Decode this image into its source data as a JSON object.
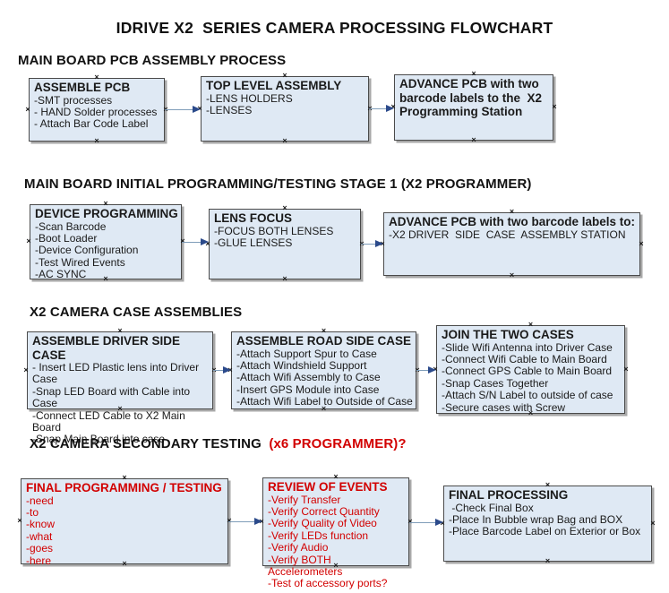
{
  "title": "IDRIVE X2  SERIES CAMERA PROCESSING FLOWCHART",
  "colors": {
    "box_fill": "#dfe9f4",
    "box_border": "#4a4a4a",
    "connector_line": "#7f9db9",
    "connector_head": "#2b4a8b",
    "red": "#d20000",
    "black": "#1a1a1a"
  },
  "icons": {
    "connection_handle": "×"
  },
  "sections": [
    {
      "heading": [
        {
          "text": "MAIN BOARD PCB ASSEMBLY PROCESS",
          "color": "#111111"
        }
      ],
      "boxes": [
        {
          "title": "ASSEMBLE PCB",
          "color": "#1a1a1a",
          "items": [
            "-SMT processes",
            "- HAND Solder processes",
            "- Attach Bar Code Label"
          ]
        },
        {
          "title": "TOP LEVEL ASSEMBLY",
          "color": "#1a1a1a",
          "items": [
            "-LENS HOLDERS",
            "-LENSES"
          ]
        },
        {
          "title": "ADVANCE PCB with two barcode labels to the  X2 Programming Station",
          "color": "#1a1a1a",
          "items": []
        }
      ]
    },
    {
      "heading": [
        {
          "text": "MAIN BOARD INITIAL PROGRAMMING/TESTING STAGE 1 (X2 PROGRAMMER)",
          "color": "#111111"
        }
      ],
      "boxes": [
        {
          "title": "DEVICE PROGRAMMING",
          "color": "#1a1a1a",
          "items": [
            "-Scan Barcode",
            "-Boot Loader",
            "-Device Configuration",
            "-Test Wired Events",
            "-AC SYNC"
          ]
        },
        {
          "title": "LENS FOCUS",
          "color": "#1a1a1a",
          "items": [
            "-FOCUS BOTH LENSES",
            "-GLUE LENSES"
          ]
        },
        {
          "title": "ADVANCE PCB with two barcode labels to:",
          "color": "#1a1a1a",
          "items": [
            "-X2 DRIVER  SIDE  CASE  ASSEMBLY STATION"
          ]
        }
      ]
    },
    {
      "heading": [
        {
          "text": "X2 CAMERA CASE ASSEMBLIES",
          "color": "#111111"
        }
      ],
      "boxes": [
        {
          "title": "ASSEMBLE DRIVER SIDE CASE",
          "color": "#1a1a1a",
          "items": [
            "- Insert LED Plastic lens into Driver Case",
            "-Snap LED Board with Cable into Case",
            "-Connect LED Cable to X2 Main Board",
            "-Snap Main Board into case"
          ]
        },
        {
          "title": "ASSEMBLE ROAD SIDE CASE",
          "color": "#1a1a1a",
          "items": [
            "-Attach Support Spur to Case",
            "-Attach Windshield Support",
            "-Attach Wifi Assembly to Case",
            "-Insert GPS Module into Case",
            "-Attach Wifi Label to Outside of Case"
          ]
        },
        {
          "title": "JOIN THE TWO CASES",
          "color": "#1a1a1a",
          "items": [
            "-Slide Wifi Antenna into Driver Case",
            "-Connect Wifi Cable to Main Board",
            "-Connect GPS Cable to Main Board",
            "-Snap Cases Together",
            "-Attach S/N Label to outside of case",
            "-Secure cases with Screw"
          ]
        }
      ]
    },
    {
      "heading": [
        {
          "text": "X2 CAMERA SECONDARY TESTING  ",
          "color": "#111111"
        },
        {
          "text": "(x6 PROGRAMMER)?",
          "color": "#d20000"
        }
      ],
      "boxes": [
        {
          "title": "FINAL PROGRAMMING / TESTING",
          "color": "#d20000",
          "items": [
            "-need",
            "-to",
            "-know",
            "-what",
            "-goes",
            "-here"
          ]
        },
        {
          "title": "REVIEW OF EVENTS",
          "color": "#d20000",
          "items": [
            "-Verify Transfer",
            "-Verify Correct Quantity",
            "-Verify Quality of Video",
            "-Verify LEDs function",
            "-Verify Audio",
            "-Verify BOTH Accelerometers",
            "-Test of accessory ports?"
          ]
        },
        {
          "title": "FINAL PROCESSING",
          "color": "#1a1a1a",
          "items": [
            " -Check Final Box",
            "-Place In Bubble wrap Bag and BOX",
            "-Place Barcode Label on Exterior or Box"
          ]
        }
      ]
    }
  ]
}
